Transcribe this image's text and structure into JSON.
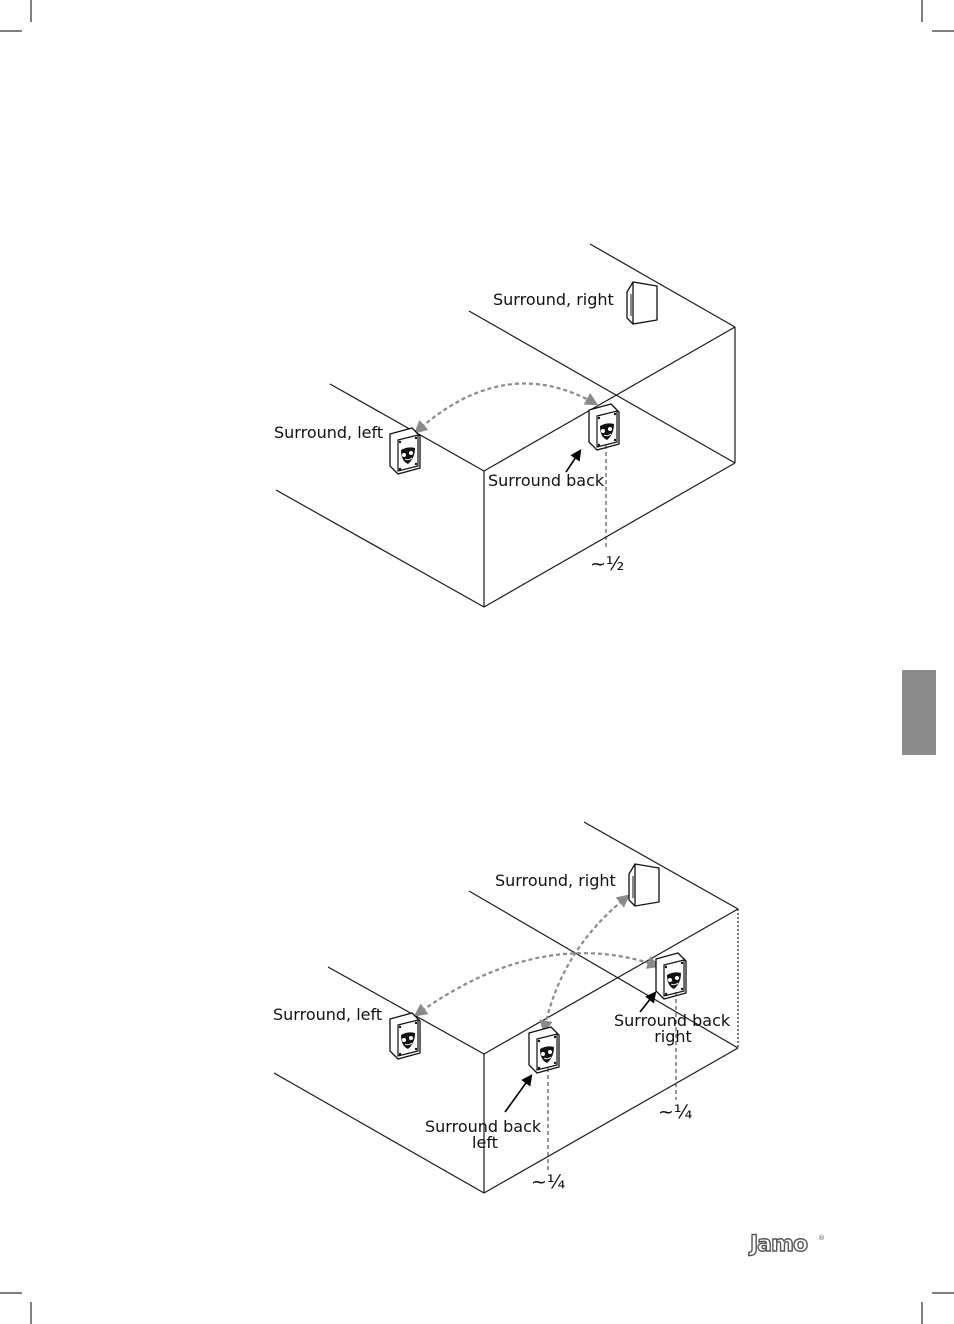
{
  "diagram1": {
    "labels": {
      "surround_right": "Surround, right",
      "surround_left": "Surround, left",
      "surround_back": "Surround back",
      "distance": "~½"
    }
  },
  "diagram2": {
    "labels": {
      "surround_right": "Surround, right",
      "surround_left": "Surround, left",
      "surround_back_right_line1": "Surround back",
      "surround_back_right_line2": "right",
      "surround_back_left_line1": "Surround back",
      "surround_back_left_line2": "left",
      "distance_right": "~¼",
      "distance_left": "~¼"
    }
  },
  "branding": {
    "logo_text": "Jamo",
    "registered_mark": "®"
  },
  "colors": {
    "arc": "#8a8a8a",
    "tab": "#8c8c8c"
  }
}
